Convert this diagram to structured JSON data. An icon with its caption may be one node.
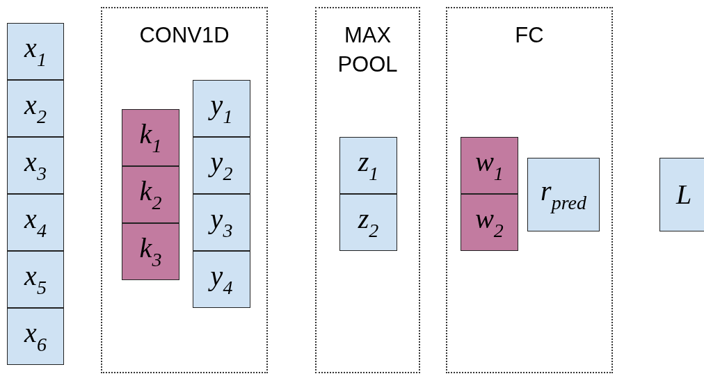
{
  "diagram": {
    "nodes": [
      {
        "text": [
          "x$_{1}$"
        ]
      },
      {
        "text": [
          "x$_{2}$"
        ]
      },
      {
        "text": [
          "x$_{3}$"
        ]
      },
      {
        "text": [
          "x$_{4}$"
        ]
      },
      {
        "text": [
          "x$_{5}$"
        ]
      },
      {
        "text": [
          "x$_{6}$"
        ]
      },
      {
        "text": [
          "CONV1D"
        ]
      },
      {
        "text": [
          "k$_{1}$"
        ],
        "in": 6
      },
      {
        "text": [
          "k$_{2}$"
        ],
        "in": 6
      },
      {
        "text": [
          "k$_{3}$"
        ],
        "in": 6
      },
      {
        "text": [
          "y$_{1}$"
        ],
        "in": 6
      },
      {
        "text": [
          "y$_{2}$"
        ],
        "in": 6
      },
      {
        "text": [
          "y$_{3}$"
        ],
        "in": 6
      },
      {
        "text": [
          "y$_{4}$"
        ],
        "in": 6
      },
      {
        "text": [
          "MAX POOL"
        ]
      },
      {
        "text": [
          "z$_{1}$"
        ],
        "in": 14
      },
      {
        "text": [
          "z$_{2}$"
        ],
        "in": 14
      },
      {
        "text": [
          "FC"
        ]
      },
      {
        "text": [
          "w$_{1}$"
        ],
        "in": 17
      },
      {
        "text": [
          "w$_{2}$"
        ],
        "in": 17
      },
      {
        "text": [
          "r$_{pred}$"
        ],
        "in": 17
      },
      {
        "text": [
          "L"
        ]
      }
    ]
  }
}
